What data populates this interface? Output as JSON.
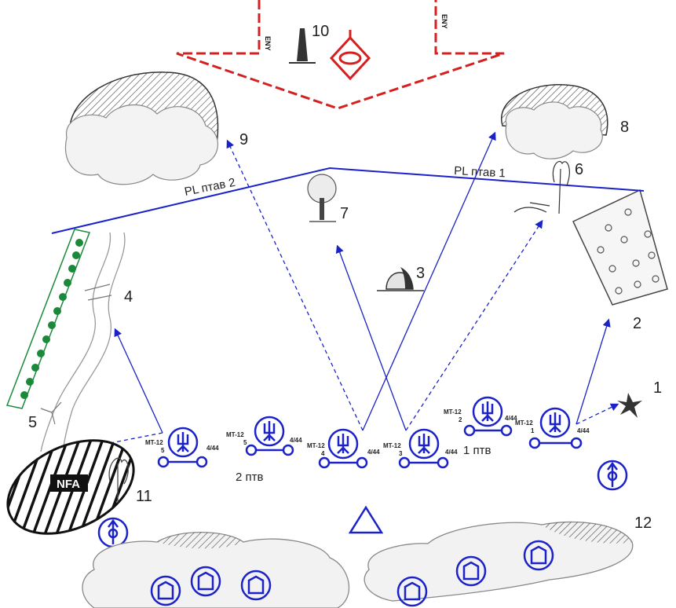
{
  "numbers": {
    "n1": "1",
    "n2": "2",
    "n3": "3",
    "n4": "4",
    "n5": "5",
    "n6": "6",
    "n7": "7",
    "n8": "8",
    "n9": "9",
    "n10": "10",
    "n11": "11",
    "n12": "12"
  },
  "enemy": {
    "left_label": "ENY",
    "right_label": "ENY"
  },
  "phase_lines": {
    "pl1": "PL птав 1",
    "pl2": "PL птав 2"
  },
  "platoons": {
    "p1": "1 птв",
    "p2": "2 птв"
  },
  "area": {
    "nfa": "NFA"
  },
  "vehicles": [
    {
      "type": "MT-12",
      "num": "5",
      "ammo": "4/44"
    },
    {
      "type": "MT-12",
      "num": "5",
      "ammo": "4/44"
    },
    {
      "type": "MT-12",
      "num": "4",
      "ammo": "4/44"
    },
    {
      "type": "MT-12",
      "num": "3",
      "ammo": "4/44"
    },
    {
      "type": "MT-12",
      "num": "2",
      "ammo": "4/44"
    },
    {
      "type": "MT-12",
      "num": "1",
      "ammo": "4/44"
    }
  ],
  "colors": {
    "friendly": "#1a22c8",
    "enemy": "#d42020",
    "obstacle": "#1a8a3a",
    "sketch": "#333333"
  }
}
